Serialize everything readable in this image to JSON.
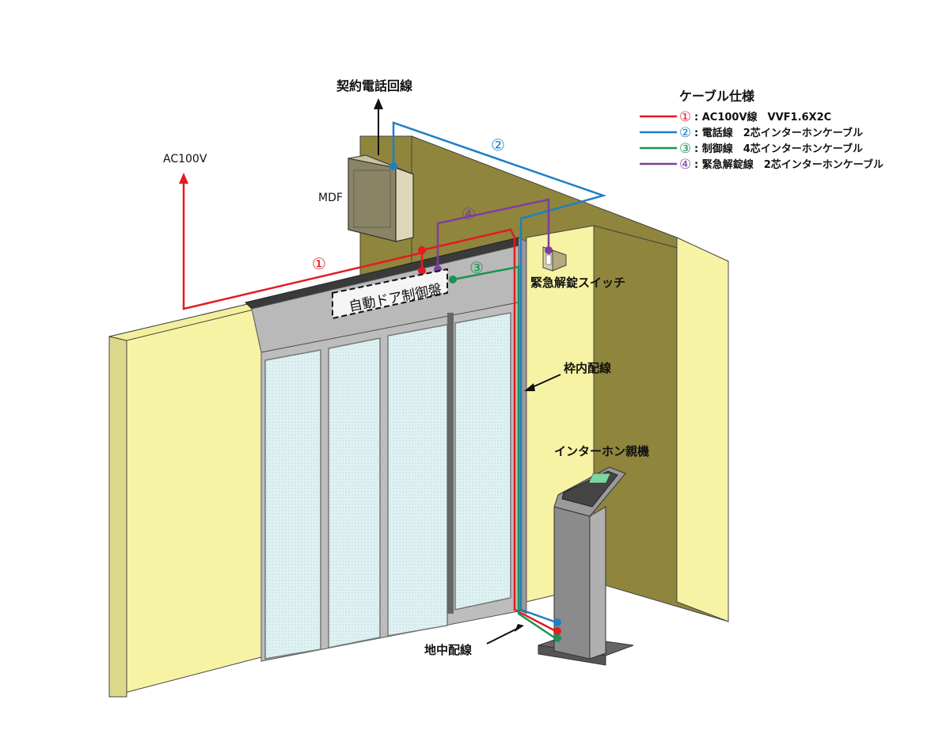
{
  "labels": {
    "phone_line": "契約電話回線",
    "ac100v": "AC100V",
    "mdf": "MDF",
    "control_panel": "自動ドア制御盤",
    "emergency_switch": "緊急解錠スイッチ",
    "frame_wiring": "枠内配線",
    "intercom_master": "インターホン親機",
    "underground_wiring": "地中配線"
  },
  "markers": {
    "m1": "①",
    "m2": "②",
    "m3": "③",
    "m4": "④"
  },
  "legend": {
    "title": "ケーブル仕様",
    "items": [
      {
        "marker": "①",
        "text": ": AC100V線　VVF1.6X2C",
        "color": "#e31b23"
      },
      {
        "marker": "②",
        "text": ": 電話線　2芯インターホンケーブル",
        "color": "#1f7fc4"
      },
      {
        "marker": "③",
        "text": ": 制御線　4芯インターホンケーブル",
        "color": "#1a9350"
      },
      {
        "marker": "④",
        "text": ": 緊急解錠線　2芯インターホンケーブル",
        "color": "#7b3fa0"
      }
    ]
  },
  "colors": {
    "ac_line": "#e31b23",
    "phone_line": "#1f7fc4",
    "control_line": "#1a9350",
    "emergency_line": "#7b3fa0",
    "wall_face": "#f7f3a4",
    "wall_side": "#8f853c",
    "door_frame": "#b5b5b5",
    "glass": "#d8eef0"
  }
}
